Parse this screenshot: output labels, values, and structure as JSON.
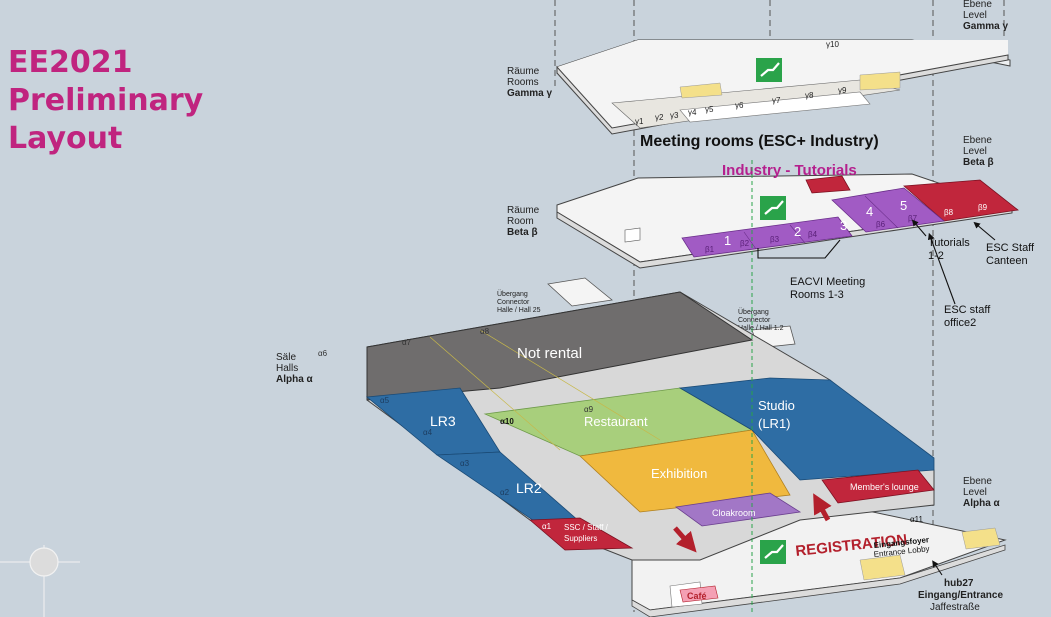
{
  "title_lines": [
    "EE2021",
    "Preliminary",
    "Layout"
  ],
  "levels": {
    "gamma": {
      "de_level": "Ebene",
      "en_level": "Level",
      "name": "Gamma γ",
      "rooms_de": "Räume",
      "rooms_en": "Rooms",
      "rooms_name": "Gamma γ",
      "caption": "Meeting rooms (ESC+ Industry)",
      "room_codes": [
        "γ1",
        "γ2",
        "γ3",
        "γ4",
        "γ5",
        "γ6",
        "γ7",
        "γ8",
        "γ9",
        "γ10"
      ]
    },
    "beta": {
      "de_level": "Ebene",
      "en_level": "Level",
      "name": "Beta β",
      "rooms_de": "Räume",
      "rooms_en": "Room",
      "rooms_name": "Beta β",
      "caption": "Industry - Tutorials",
      "room_codes": [
        "β1",
        "β2",
        "β3",
        "β4",
        "β6",
        "β7",
        "β8",
        "β9"
      ],
      "room_numbers": [
        "1",
        "2",
        "3",
        "4",
        "5"
      ]
    },
    "alpha": {
      "de_level": "Ebene",
      "en_level": "Level",
      "name": "Alpha α",
      "halls_de": "Säle",
      "halls_en": "Halls",
      "halls_name": "Alpha α",
      "hall_codes": [
        "α1",
        "α2",
        "α3",
        "α4",
        "α5",
        "α6",
        "α7",
        "α8",
        "α9",
        "α10",
        "α11"
      ]
    }
  },
  "halls": {
    "not_rental": "Not rental",
    "lr3": "LR3",
    "lr2": "LR2",
    "restaurant": "Restaurant",
    "studio_line1": "Studio",
    "studio_line2": "(LR1)",
    "exhibition": "Exhibition",
    "cloakroom": "Cloakroom",
    "members_lounge": "Member's lounge",
    "ssc_line1": "SSC / Staff /",
    "ssc_line2": "Suppliers",
    "registration": "REGISTRATION",
    "foyer_de": "Eingangsfoyer",
    "foyer_en": "Entrance Lobby",
    "cafe": "Café"
  },
  "connectors": {
    "hall25": [
      "Übergang",
      "Connector",
      "Halle / Hall 25"
    ],
    "hall12": [
      "Übergang",
      "Connector",
      "Halle / Hall 1.2"
    ]
  },
  "entrance": [
    "hub27",
    "Eingang/Entrance",
    "Jaffestraße"
  ],
  "annotations": {
    "eacvi": [
      "EACVI Meeting",
      "Rooms 1-3"
    ],
    "tutorials": [
      "Tutorials",
      "1-2"
    ],
    "staff_office": [
      "ESC staff",
      "office2"
    ],
    "canteen": [
      "ESC Staff",
      "Canteen"
    ]
  },
  "colors": {
    "background": "#c9d3dc",
    "title": "#c0247f",
    "not_rental": "#6f6d6d",
    "lecture_room": "#2e6da4",
    "restaurant": "#a8cf7c",
    "exhibition": "#f0b93e",
    "cloakroom": "#a277c6",
    "tutorial": "#a15bc4",
    "staff_red": "#c1263c",
    "registration": "#b3202c",
    "industry": "#b5208e"
  }
}
